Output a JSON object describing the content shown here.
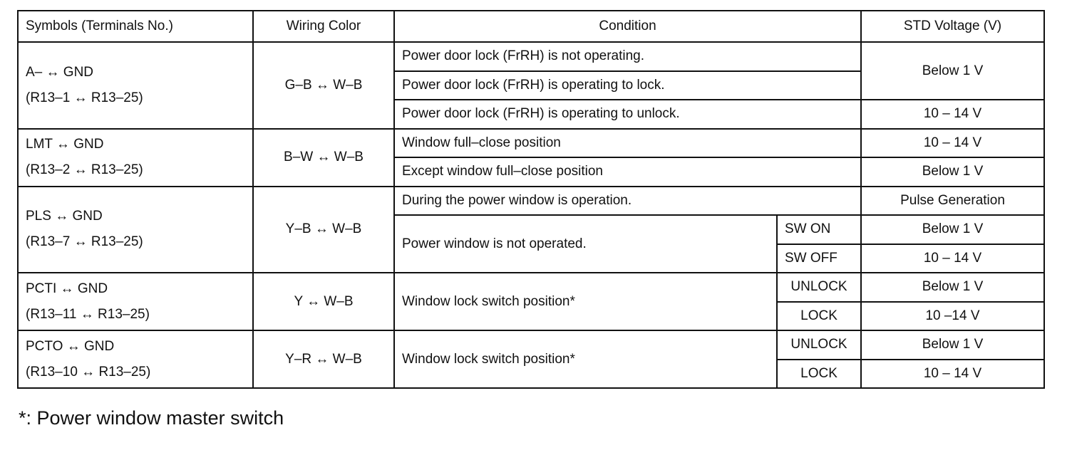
{
  "headers": {
    "symbols": "Symbols (Terminals No.)",
    "wiring": "Wiring Color",
    "condition": "Condition",
    "voltage": "STD Voltage (V)"
  },
  "groups": [
    {
      "symbol": "A– ↔ GND",
      "terminals": "(R13–1 ↔ R13–25)",
      "wiring": "G–B ↔ W–B",
      "rows": [
        {
          "condition": "Power door lock (FrRH) is not operating."
        },
        {
          "condition": "Power door lock (FrRH) is operating to lock."
        },
        {
          "condition": "Power door lock (FrRH) is operating to unlock.",
          "voltage": "10 – 14 V"
        }
      ],
      "shared_voltage": "Below 1 V"
    },
    {
      "symbol": "LMT ↔ GND",
      "terminals": "(R13–2 ↔ R13–25)",
      "wiring": "B–W ↔ W–B",
      "rows": [
        {
          "condition": "Window full–close position",
          "voltage": "10 – 14 V"
        },
        {
          "condition": "Except window full–close position",
          "voltage": "Below 1 V"
        }
      ]
    },
    {
      "symbol": "PLS ↔ GND",
      "terminals": "(R13–7 ↔ R13–25)",
      "wiring": "Y–B ↔ W–B",
      "rows": [
        {
          "condition": "During the power window is operation.",
          "voltage": "Pulse Generation"
        },
        {
          "condition": "Power window is not operated.",
          "sub": "SW ON",
          "voltage": "Below 1 V"
        },
        {
          "sub": "SW OFF",
          "voltage": "10 – 14 V"
        }
      ]
    },
    {
      "symbol": "PCTI ↔ GND",
      "terminals": "(R13–11 ↔ R13–25)",
      "wiring": "Y ↔ W–B",
      "rows": [
        {
          "condition": "Window lock switch position*",
          "sub": "UNLOCK",
          "voltage": "Below 1 V"
        },
        {
          "sub": "LOCK",
          "voltage": "10 –14 V"
        }
      ]
    },
    {
      "symbol": "PCTO ↔ GND",
      "terminals": "(R13–10 ↔ R13–25)",
      "wiring": "Y–R ↔ W–B",
      "rows": [
        {
          "condition": "Window lock switch position*",
          "sub": "UNLOCK",
          "voltage": "Below 1 V"
        },
        {
          "sub": "LOCK",
          "voltage": "10 – 14 V"
        }
      ]
    }
  ],
  "footnote": "*: Power window master switch"
}
